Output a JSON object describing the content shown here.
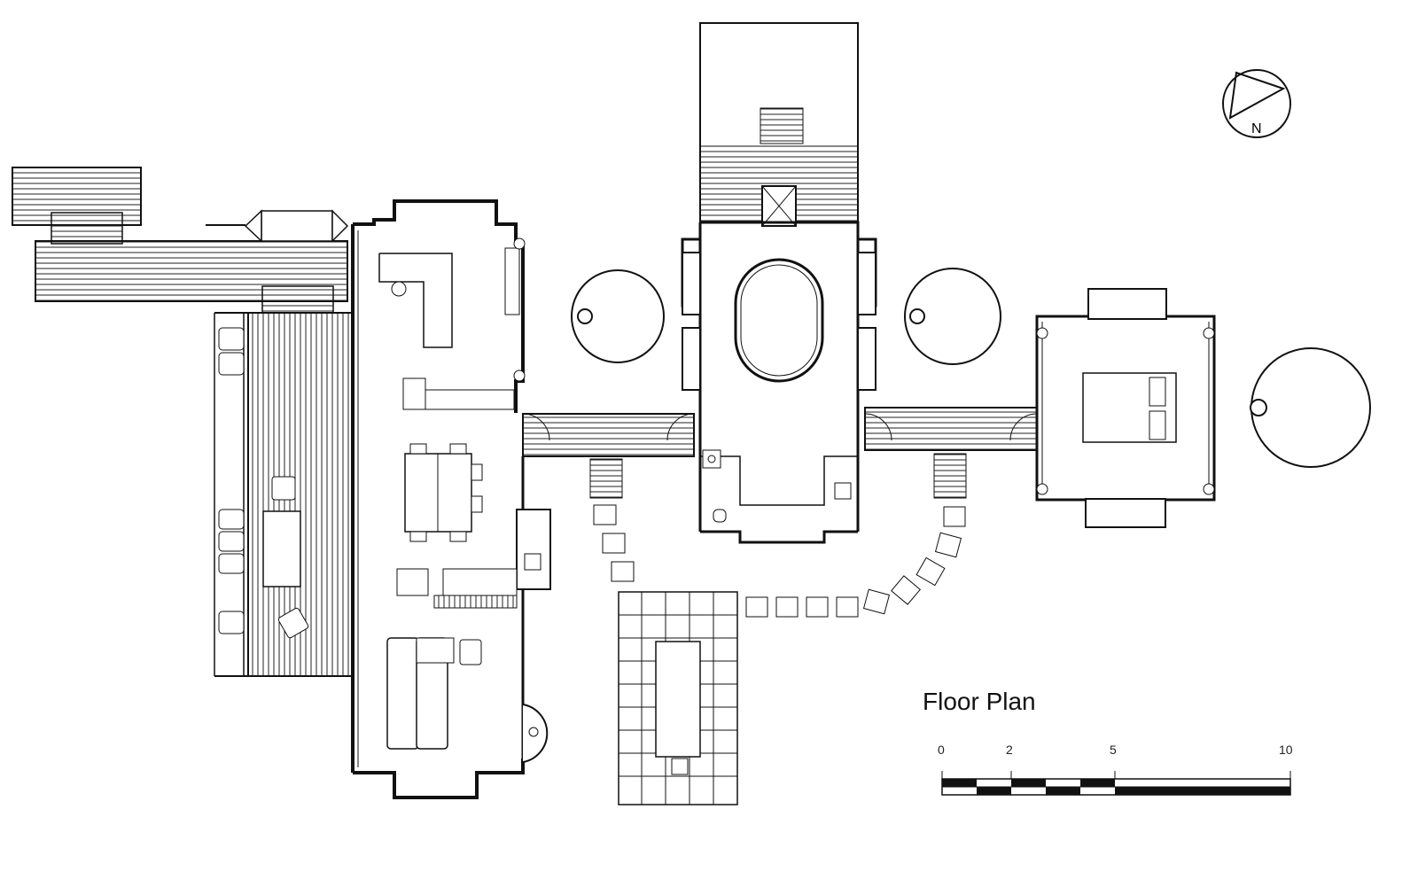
{
  "title": "Floor Plan",
  "north_label": "N",
  "scale_bar": {
    "ticks": [
      "0",
      "2",
      "5",
      "10"
    ]
  },
  "colors": {
    "ink": "#111111",
    "paper": "#ffffff"
  }
}
